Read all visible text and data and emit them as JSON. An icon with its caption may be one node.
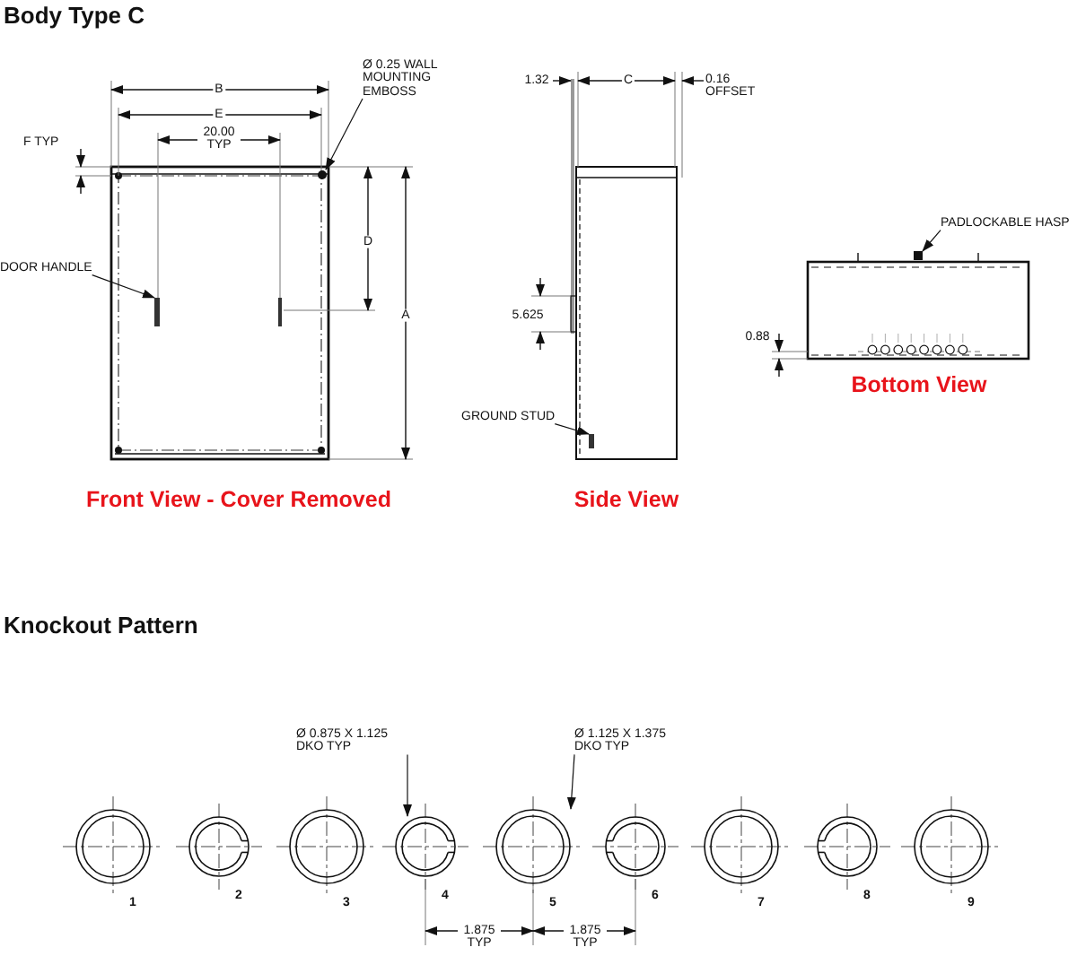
{
  "diagram": {
    "nodes": [
      {
        "text": [
          "Ø 0.25 WALL MOUNTING EMBOSS"
        ]
      },
      {
        "text": [],
        "shape": "circle"
      },
      {
        "text": [
          "DOOR HANDLE"
        ]
      },
      {
        "text": [],
        "shape": "bar"
      },
      {
        "text": [
          "GROUND STUD"
        ]
      },
      {
        "text": [],
        "shape": "bar"
      },
      {
        "text": [
          "PADLOCKABLE HASP"
        ]
      },
      {
        "text": [],
        "shape": "box"
      },
      {
        "text": [
          "Ø 0.875  X 1.125 DKO TYP"
        ]
      },
      {
        "text": [
          "Ø 1.125  X 1.375 DKO TYP"
        ]
      },
      {
        "text": [],
        "shape": "circle",
        "beside": [
          "1"
        ]
      },
      {
        "text": [],
        "shape": "circle",
        "beside": [
          "2"
        ]
      },
      {
        "text": [],
        "shape": "circle",
        "beside": [
          "3"
        ]
      },
      {
        "text": [],
        "shape": "circle",
        "beside": [
          "4"
        ]
      },
      {
        "text": [],
        "shape": "circle",
        "beside": [
          "5"
        ]
      },
      {
        "text": [],
        "shape": "circle",
        "beside": [
          "6"
        ]
      },
      {
        "text": [],
        "shape": "circle",
        "beside": [
          "7"
        ]
      },
      {
        "text": [],
        "shape": "circle",
        "beside": [
          "8"
        ]
      },
      {
        "text": [],
        "shape": "circle",
        "beside": [
          "9"
        ]
      }
    ],
    "edges": [
      {
        "from": 0,
        "to": 1,
        "arrow": "to"
      },
      {
        "from": 2,
        "to": 3,
        "arrow": "to"
      },
      {
        "from": 4,
        "to": 5,
        "arrow": "to"
      },
      {
        "from": 6,
        "to": 7,
        "arrow": "to"
      },
      {
        "from": 8,
        "to": 13,
        "arrow": "to"
      },
      {
        "from": 9,
        "to": 14,
        "arrow": "to"
      }
    ],
    "labels": [
      "Body Type C",
      "B",
      "E",
      "20.00 TYP",
      "F TYP",
      "D",
      "A",
      "Front View - Cover Removed",
      "1.32",
      "C",
      "0.16 OFFSET",
      "5.625",
      "Side View",
      "0.88",
      "Bottom View",
      "Knockout Pattern",
      "1.875 TYP",
      "1.875 TYP"
    ]
  }
}
